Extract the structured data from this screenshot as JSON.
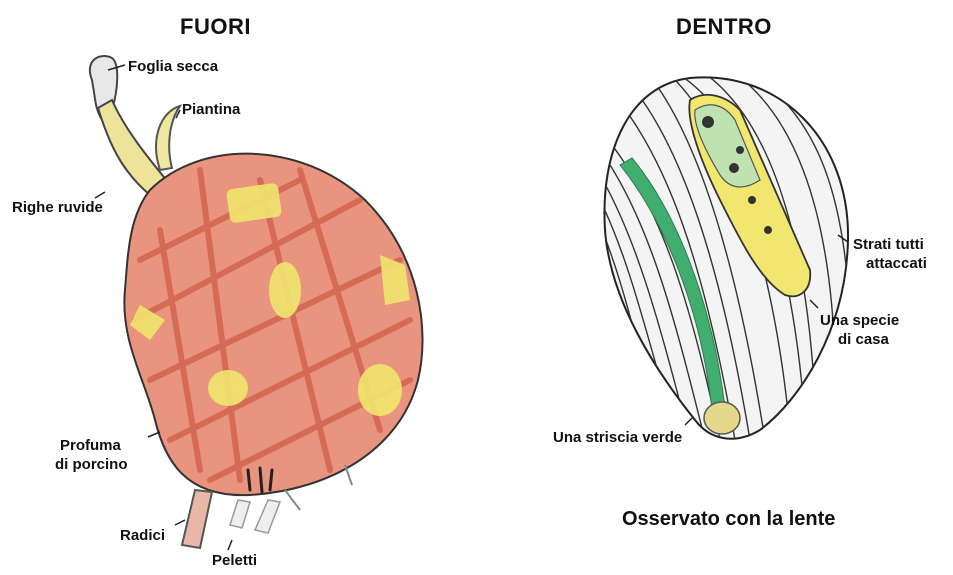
{
  "left": {
    "title": "FUORI",
    "labels": {
      "foglia": "Foglia secca",
      "piantina": "Piantina",
      "righe": "Righe ruvide",
      "profuma_1": "Profuma",
      "profuma_2": "di porcino",
      "radici": "Radici",
      "peletti": "Peletti"
    }
  },
  "right": {
    "title": "DENTRO",
    "labels": {
      "strati_1": "Strati tutti",
      "strati_2": "attaccati",
      "specie_1": "Una specie",
      "specie_2": "di casa",
      "striscia": "Una striscia verde"
    },
    "caption": "Osservato con la lente"
  },
  "colors": {
    "bulb_fill": "#e9947f",
    "bulb_stroke": "#c74a33",
    "yellow": "#f1e66e",
    "green": "#3fae6e",
    "pale_green": "#bfe3b0",
    "line": "#222222"
  }
}
